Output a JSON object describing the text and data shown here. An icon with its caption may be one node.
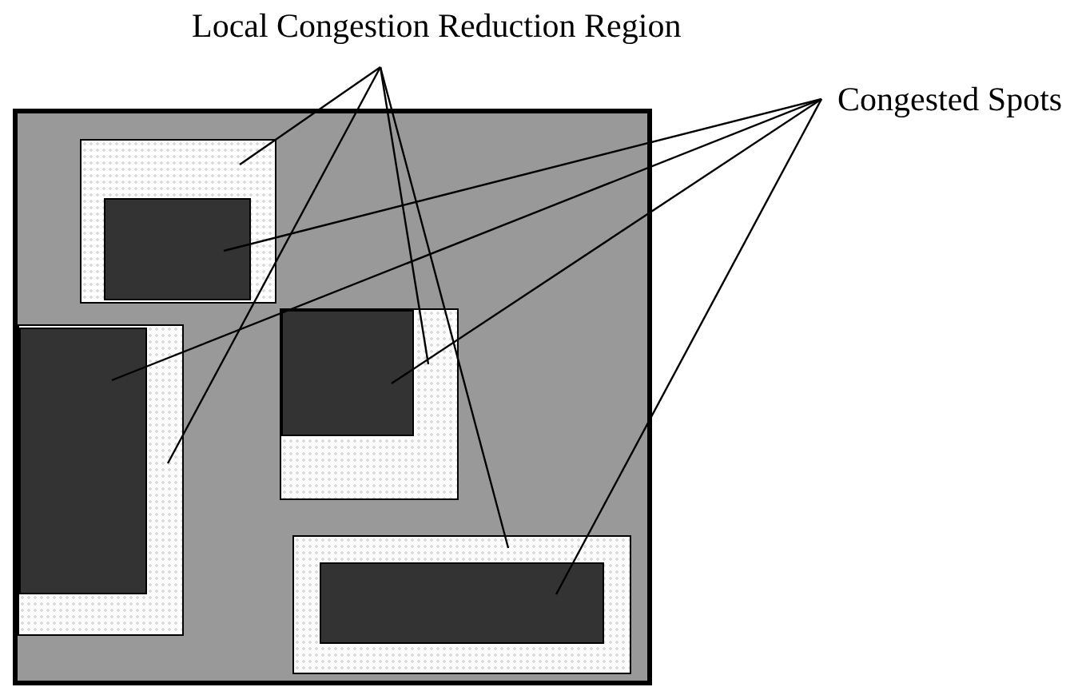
{
  "diagram": {
    "nodes": [
      {
        "text": [
          "Local Congestion Reduction Region"
        ]
      },
      {
        "text": [
          "Congested Spots"
        ]
      },
      {
        "text": [],
        "shape": "box"
      },
      {
        "text": [],
        "shape": "box",
        "in": 2
      },
      {
        "text": [],
        "shape": "box",
        "in": 2
      },
      {
        "text": [],
        "shape": "box",
        "in": 2
      },
      {
        "text": [],
        "shape": "box",
        "in": 2
      },
      {
        "text": [],
        "shape": "box",
        "in": 3
      },
      {
        "text": [],
        "shape": "box",
        "in": 4
      },
      {
        "text": [],
        "shape": "box",
        "in": 5
      },
      {
        "text": [],
        "shape": "box",
        "in": 6
      }
    ],
    "edges": [
      {
        "from": 0,
        "to": 3,
        "arrow": "none"
      },
      {
        "from": 0,
        "to": 4,
        "arrow": "none"
      },
      {
        "from": 0,
        "to": 5,
        "arrow": "none"
      },
      {
        "from": 0,
        "to": 6,
        "arrow": "none"
      },
      {
        "from": 1,
        "to": 7,
        "arrow": "none"
      },
      {
        "from": 1,
        "to": 8,
        "arrow": "none"
      },
      {
        "from": 1,
        "to": 9,
        "arrow": "none"
      },
      {
        "from": 1,
        "to": 10,
        "arrow": "none"
      }
    ]
  }
}
